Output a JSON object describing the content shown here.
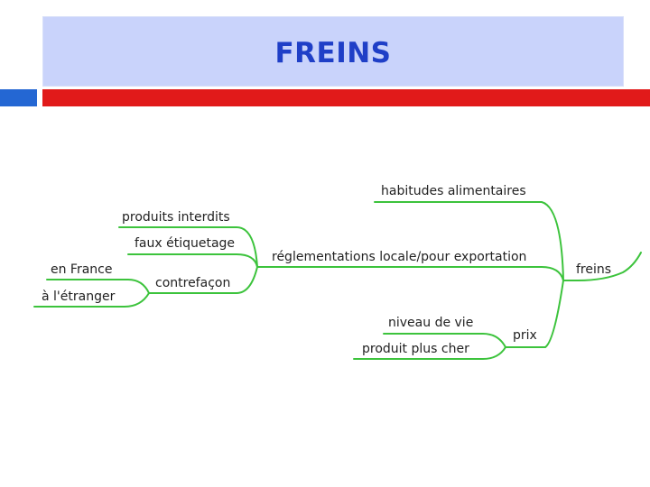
{
  "slide": {
    "title": "FREINS",
    "colors": {
      "title_background": "#c9d3fb",
      "title_text": "#1f3fc7",
      "accent_blue": "#2467d3",
      "accent_red": "#e11a1a",
      "branch_green": "#3cc33c"
    }
  },
  "mindmap": {
    "root": "freins",
    "nodes": {
      "habitudes": "habitudes alimentaires",
      "reglementations": "réglementations locale/pour exportation",
      "produits_interdits": "produits interdits",
      "faux_etiquetage": "faux étiquetage",
      "contrefacon": "contrefaçon",
      "en_france": "en France",
      "a_letranger": "à l'étranger",
      "prix": "prix",
      "niveau_de_vie": "niveau de vie",
      "produit_plus_cher": "produit plus cher"
    }
  }
}
